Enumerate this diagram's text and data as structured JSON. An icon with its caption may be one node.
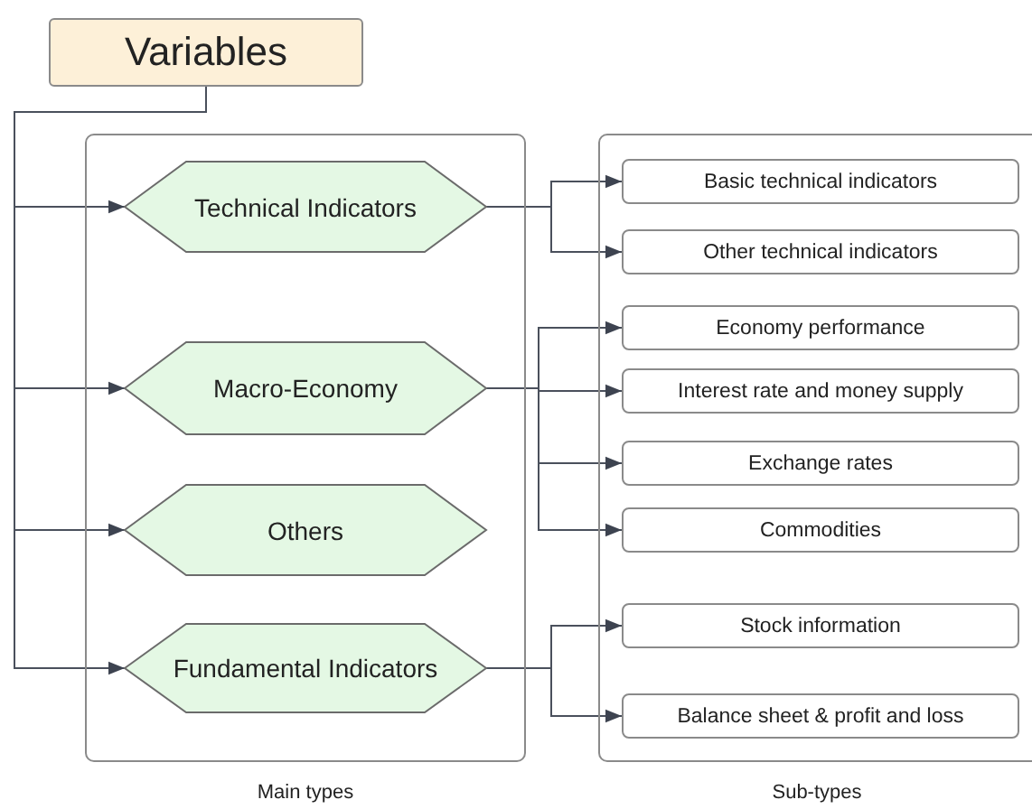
{
  "diagram": {
    "nodes": [
      {
        "text": [
          "Variables"
        ]
      },
      {
        "text": [
          "Main types"
        ]
      },
      {
        "text": [
          "Technical Indicators"
        ],
        "in": 1
      },
      {
        "text": [
          "Macro-Economy"
        ],
        "in": 1
      },
      {
        "text": [
          "Others"
        ],
        "in": 1
      },
      {
        "text": [
          "Fundamental Indicators"
        ],
        "in": 1
      },
      {
        "text": [
          "Sub-types"
        ]
      },
      {
        "text": [
          "Basic technical indicators"
        ],
        "in": 6
      },
      {
        "text": [
          "Other technical indicators"
        ],
        "in": 6
      },
      {
        "text": [
          "Economy performance"
        ],
        "in": 6
      },
      {
        "text": [
          "Interest rate and money supply"
        ],
        "in": 6
      },
      {
        "text": [
          "Exchange rates"
        ],
        "in": 6
      },
      {
        "text": [
          "Commodities"
        ],
        "in": 6
      },
      {
        "text": [
          "Stock information"
        ],
        "in": 6
      },
      {
        "text": [
          "Balance sheet & profit and loss"
        ],
        "in": 6
      }
    ],
    "edges": [
      {
        "from": 0,
        "to": 2,
        "arrow": "to"
      },
      {
        "from": 0,
        "to": 3,
        "arrow": "to"
      },
      {
        "from": 0,
        "to": 4,
        "arrow": "to"
      },
      {
        "from": 0,
        "to": 5,
        "arrow": "to"
      },
      {
        "from": 2,
        "to": 7,
        "arrow": "to"
      },
      {
        "from": 2,
        "to": 8,
        "arrow": "to"
      },
      {
        "from": 3,
        "to": 9,
        "arrow": "to"
      },
      {
        "from": 3,
        "to": 10,
        "arrow": "to"
      },
      {
        "from": 3,
        "to": 11,
        "arrow": "to"
      },
      {
        "from": 3,
        "to": 12,
        "arrow": "to"
      },
      {
        "from": 5,
        "to": 13,
        "arrow": "to"
      },
      {
        "from": 5,
        "to": 14,
        "arrow": "to"
      }
    ]
  }
}
